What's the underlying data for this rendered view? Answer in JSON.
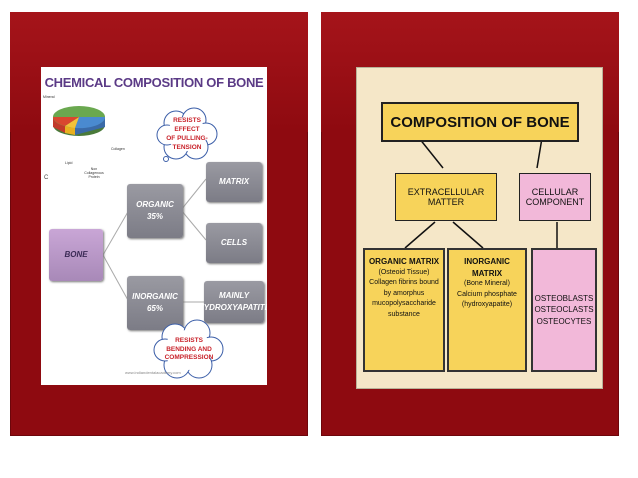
{
  "left": {
    "title": "CHEMICAL COMPOSITION OF BONE",
    "pie_legend": {
      "mineral": "Mineral",
      "lipid": "Lipid",
      "collagen": "Collagen",
      "noncollagenous": "Non Collagenous Protein"
    },
    "corner_mark": "C",
    "bone": "BONE",
    "organic": {
      "label": "ORGANIC",
      "percent": "35%"
    },
    "inorganic": {
      "label": "INORGANIC",
      "percent": "65%"
    },
    "matrix": "MATRIX",
    "cells": "CELLS",
    "hydroxyapatite": {
      "line1": "MAINLY",
      "line2": "HYDROXYAPATITE"
    },
    "cloud_top": {
      "line1": "RESISTS",
      "line2": "EFFECT",
      "line3": "OF PULLING-",
      "line4": "TENSION"
    },
    "cloud_bottom": {
      "line1": "RESISTS",
      "line2": "BENDING AND",
      "line3": "COMPRESSION"
    },
    "watermark": "www.indiandentalacademy.com",
    "colors": {
      "header": "#5b3a86",
      "cloud_text": "#c8222a",
      "box": "#8a8a94",
      "bone_box": "#b797c6"
    }
  },
  "right": {
    "title": "COMPOSITION OF BONE",
    "extracellular": {
      "line1": "EXTRACELLULAR",
      "line2": "MATTER"
    },
    "cellular": {
      "line1": "CELLULAR",
      "line2": "COMPONENT"
    },
    "organic_matrix": {
      "title": "ORGANIC MATRIX",
      "line1": "(Osteoid Tissue)",
      "line2": "Collagen fibrins bound",
      "line3": "by amorphus",
      "line4": "mucopolysaccharide",
      "line5": "substance"
    },
    "inorganic_matrix": {
      "title": "INORGANIC MATRIX",
      "line1": "(Bone Mineral)",
      "line2": "Calcium phosphate",
      "line3": "(hydroxyapatite)"
    },
    "cells": {
      "line1": "OSTEOBLASTS",
      "line2": "OSTEOCLASTS",
      "line3": "OSTEOCYTES"
    },
    "colors": {
      "yellow": "#f7d35a",
      "pink": "#f2b8d9",
      "background": "#f5e7c8"
    }
  },
  "slide_colors": {
    "panel": "#8e0a10"
  }
}
